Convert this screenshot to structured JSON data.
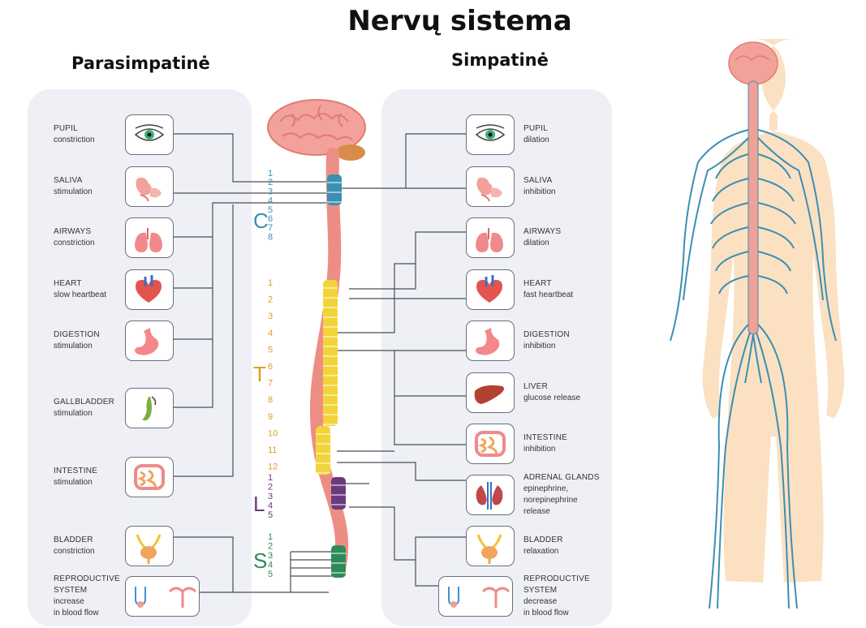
{
  "title": "Nervų sistema",
  "left_heading": "Parasimpatinė",
  "right_heading": "Simpatinė",
  "parasympathetic": [
    {
      "name": "PUPIL",
      "desc": [
        "constriction"
      ],
      "icon": "eye-icon"
    },
    {
      "name": "SALIVA",
      "desc": [
        "stimulation"
      ],
      "icon": "salivary-gland-icon"
    },
    {
      "name": "AIRWAYS",
      "desc": [
        "constriction"
      ],
      "icon": "lungs-icon"
    },
    {
      "name": "HEART",
      "desc": [
        "slow heartbeat"
      ],
      "icon": "heart-icon"
    },
    {
      "name": "DIGESTION",
      "desc": [
        "stimulation"
      ],
      "icon": "stomach-icon"
    },
    {
      "name": "GALLBLADDER",
      "desc": [
        "stimulation"
      ],
      "icon": "gallbladder-icon"
    },
    {
      "name": "INTESTINE",
      "desc": [
        "stimulation"
      ],
      "icon": "intestine-icon"
    },
    {
      "name": "BLADDER",
      "desc": [
        "constriction"
      ],
      "icon": "bladder-icon"
    },
    {
      "name": "REPRODUCTIVE",
      "desc": [
        "SYSTEM",
        "increase",
        "in blood flow"
      ],
      "icon": "reproductive-icon"
    }
  ],
  "sympathetic": [
    {
      "name": "PUPIL",
      "desc": [
        "dilation"
      ],
      "icon": "eye-icon"
    },
    {
      "name": "SALIVA",
      "desc": [
        "inhibition"
      ],
      "icon": "salivary-gland-icon"
    },
    {
      "name": "AIRWAYS",
      "desc": [
        "dilation"
      ],
      "icon": "lungs-icon"
    },
    {
      "name": "HEART",
      "desc": [
        "fast heartbeat"
      ],
      "icon": "heart-icon"
    },
    {
      "name": "DIGESTION",
      "desc": [
        "inhibition"
      ],
      "icon": "stomach-icon"
    },
    {
      "name": "LIVER",
      "desc": [
        "glucose release"
      ],
      "icon": "liver-icon"
    },
    {
      "name": "INTESTINE",
      "desc": [
        "inhibition"
      ],
      "icon": "intestine-icon"
    },
    {
      "name": "ADRENAL GLANDS",
      "desc": [
        "epinephrine,",
        "norepinephrine",
        "release"
      ],
      "icon": "kidney-icon"
    },
    {
      "name": "BLADDER",
      "desc": [
        "relaxation"
      ],
      "icon": "bladder-icon"
    },
    {
      "name": "REPRODUCTIVE",
      "desc": [
        "SYSTEM",
        "decrease",
        "in blood flow"
      ],
      "icon": "reproductive-icon"
    }
  ],
  "spine_groups": [
    {
      "letter": "C",
      "color": "#3b8fb4",
      "numbers": [
        "1",
        "2",
        "3",
        "4",
        "5",
        "6",
        "7",
        "8"
      ]
    },
    {
      "letter": "T",
      "color": "#d8a020",
      "numbers": [
        "1",
        "2",
        "3",
        "4",
        "5",
        "6",
        "7",
        "8",
        "9",
        "10",
        "11",
        "12"
      ]
    },
    {
      "letter": "L",
      "color": "#6b3a7d",
      "numbers": [
        "1",
        "2",
        "3",
        "4",
        "5"
      ]
    },
    {
      "letter": "S",
      "color": "#2f8a5a",
      "numbers": [
        "1",
        "2",
        "3",
        "4",
        "5"
      ]
    }
  ],
  "colors": {
    "panel": "#eef0f5",
    "brain": "#f3a19b",
    "spinal_cord": "#ec8e84",
    "nerve": "#3b8fb4",
    "body": "#fbe1c2"
  }
}
